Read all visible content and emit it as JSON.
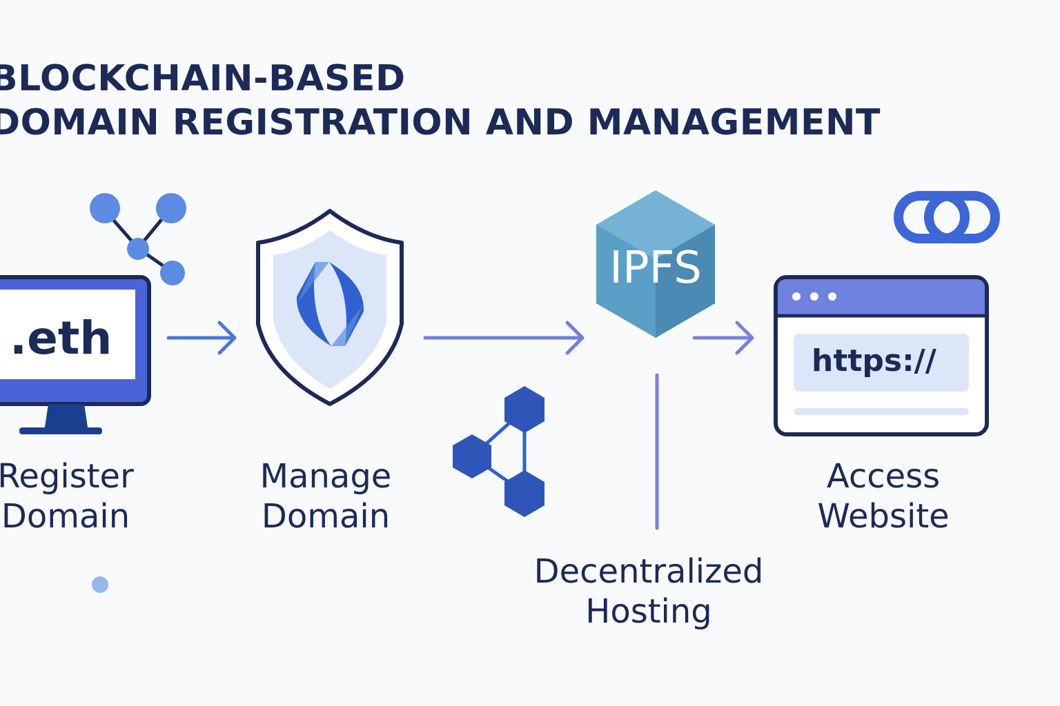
{
  "title": {
    "line1": "BLOCKCHAIN-BASED",
    "line2": "DOMAIN REGISTRATION AND MANAGEMENT"
  },
  "steps": [
    {
      "id": "register",
      "line1": "Register",
      "line2": "Domain",
      "icon": "monitor-icon",
      "icon_text": ".eth"
    },
    {
      "id": "manage",
      "line1": "Manage",
      "line2": "Domain",
      "icon": "shield-ens-icon"
    },
    {
      "id": "hosting",
      "line1": "Decentralized",
      "line2": "Hosting",
      "icon": "ipfs-cube-icon",
      "icon_text": "IPFS"
    },
    {
      "id": "access",
      "line1": "Access",
      "line2": "Website",
      "icon": "browser-window-icon",
      "icon_text": "https://"
    }
  ],
  "decorations": [
    "network-nodes-icon",
    "hexagon-network-icon",
    "chain-link-icon",
    "dot-icon"
  ],
  "colors": {
    "navy": "#1b2a57",
    "blue": "#4a78d8",
    "light_blue": "#dbe7f8",
    "purple": "#7b7fdc",
    "teal": "#5a9fc6"
  }
}
